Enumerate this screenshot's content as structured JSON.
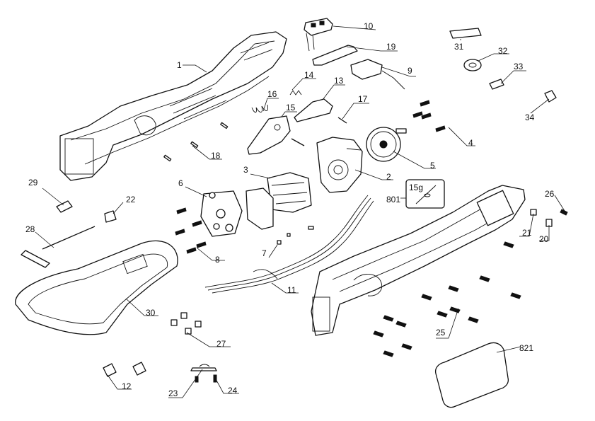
{
  "diagram": {
    "callouts": [
      {
        "id": "1",
        "label": "1"
      },
      {
        "id": "2",
        "label": "2"
      },
      {
        "id": "3",
        "label": "3"
      },
      {
        "id": "4",
        "label": "4"
      },
      {
        "id": "5",
        "label": "5"
      },
      {
        "id": "6",
        "label": "6"
      },
      {
        "id": "7",
        "label": "7"
      },
      {
        "id": "8",
        "label": "8"
      },
      {
        "id": "9",
        "label": "9"
      },
      {
        "id": "10",
        "label": "10"
      },
      {
        "id": "11",
        "label": "11"
      },
      {
        "id": "12",
        "label": "12"
      },
      {
        "id": "13",
        "label": "13"
      },
      {
        "id": "14",
        "label": "14"
      },
      {
        "id": "15",
        "label": "15"
      },
      {
        "id": "16",
        "label": "16"
      },
      {
        "id": "17",
        "label": "17"
      },
      {
        "id": "18",
        "label": "18"
      },
      {
        "id": "19",
        "label": "19"
      },
      {
        "id": "20",
        "label": "20"
      },
      {
        "id": "21",
        "label": "21"
      },
      {
        "id": "22",
        "label": "22"
      },
      {
        "id": "23",
        "label": "23"
      },
      {
        "id": "24",
        "label": "24"
      },
      {
        "id": "25",
        "label": "25"
      },
      {
        "id": "26",
        "label": "26"
      },
      {
        "id": "27",
        "label": "27"
      },
      {
        "id": "28",
        "label": "28"
      },
      {
        "id": "29",
        "label": "29"
      },
      {
        "id": "30",
        "label": "30"
      },
      {
        "id": "31",
        "label": "31"
      },
      {
        "id": "32",
        "label": "32"
      },
      {
        "id": "33",
        "label": "33"
      },
      {
        "id": "34",
        "label": "34"
      },
      {
        "id": "801",
        "label": "801"
      },
      {
        "id": "821",
        "label": "821"
      }
    ],
    "grease_label": "15g"
  }
}
